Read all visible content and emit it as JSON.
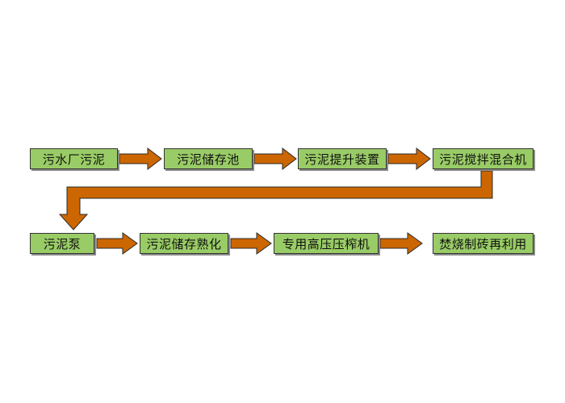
{
  "colors": {
    "box_fill": "#99cc66",
    "arrow_fill": "#cc6600",
    "border": "#333333",
    "background": "#ffffff"
  },
  "diagram": {
    "row1": [
      {
        "label": "污水厂污泥"
      },
      {
        "label": "污泥储存池"
      },
      {
        "label": "污泥提升装置"
      },
      {
        "label": "污泥搅拌混合机"
      }
    ],
    "row2": [
      {
        "label": "污泥泵"
      },
      {
        "label": "污泥储存熟化"
      },
      {
        "label": "专用高压压榨机"
      },
      {
        "label": "焚烧制砖再利用"
      }
    ]
  }
}
